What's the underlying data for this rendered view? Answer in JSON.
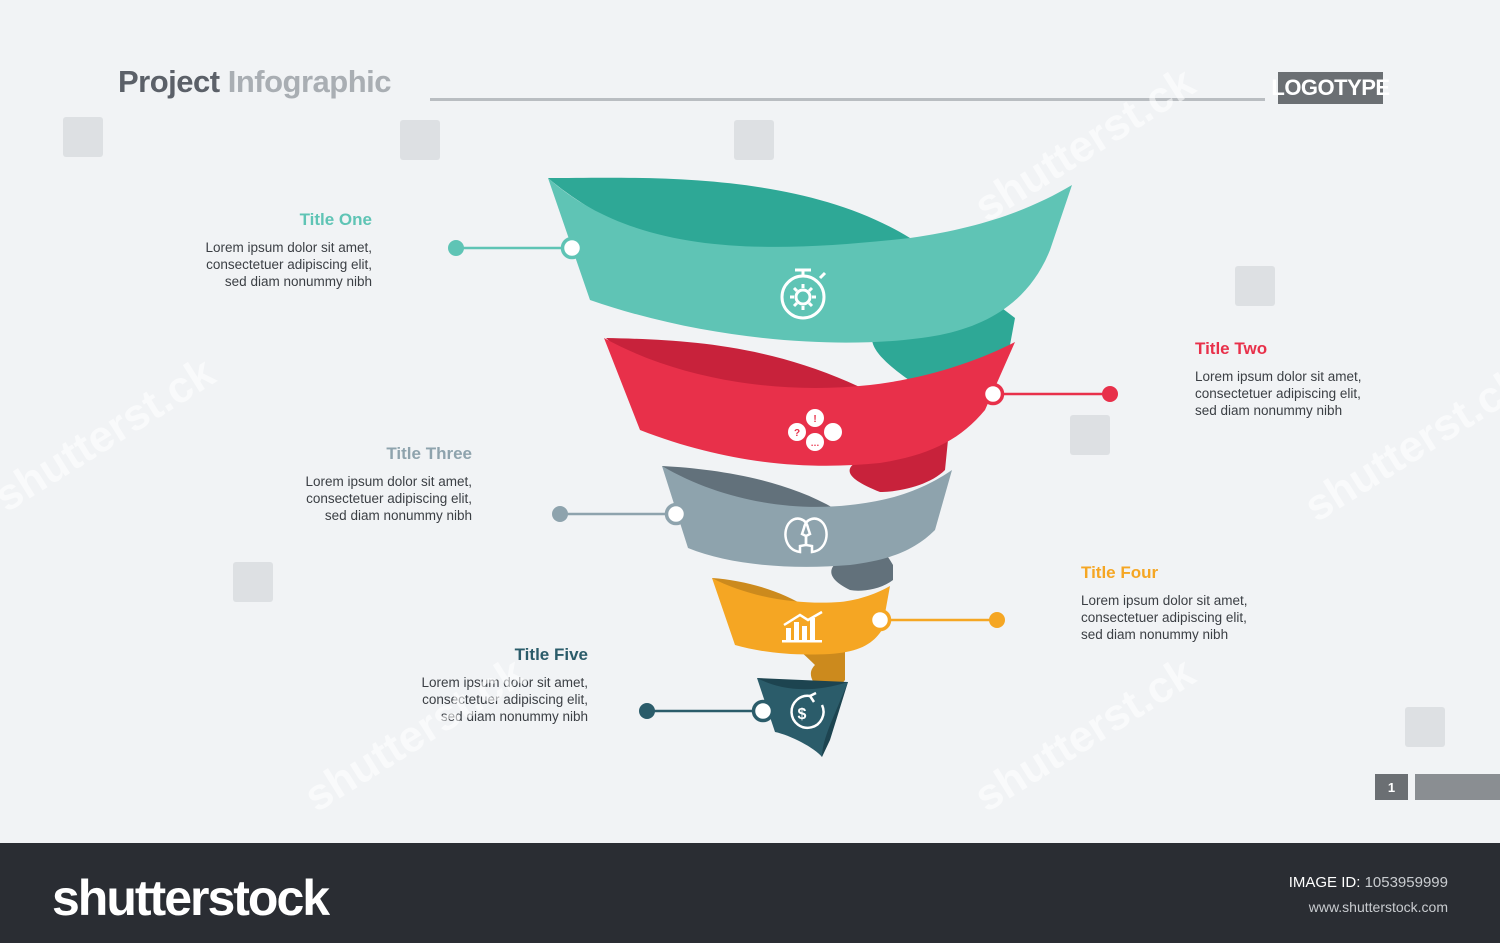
{
  "header": {
    "title_part1": "Project",
    "title_part2": "Infographic",
    "logo": "LOGOTYPE"
  },
  "items": [
    {
      "title": "Title One",
      "text": "Lorem ipsum dolor sit amet,\nconsectetuer adipiscing elit,\nsed diam nonummy nibh",
      "color": "#5fc4b5",
      "icon": "stopwatch-gear-icon"
    },
    {
      "title": "Title Two",
      "text": "Lorem ipsum dolor sit amet,\nconsectetuer adipiscing elit,\nsed diam nonummy nibh",
      "color": "#e8304a",
      "icon": "question-exclamation-bubbles-icon"
    },
    {
      "title": "Title Three",
      "text": "Lorem ipsum dolor sit amet,\nconsectetuer adipiscing elit,\nsed diam nonummy nibh",
      "color": "#8ea3ad",
      "icon": "two-heads-icon"
    },
    {
      "title": "Title Four",
      "text": "Lorem ipsum dolor sit amet,\nconsectetuer adipiscing elit,\nsed diam nonummy nibh",
      "color": "#f5a623",
      "icon": "bar-chart-icon"
    },
    {
      "title": "Title Five",
      "text": "Lorem ipsum dolor sit amet,\nconsectetuer adipiscing elit,\nsed diam nonummy nibh",
      "color": "#2b5c6a",
      "icon": "dollar-cycle-icon"
    }
  ],
  "page": {
    "number": "1"
  },
  "footer": {
    "brand": "shutterstock",
    "image_id_label": "IMAGE ID:",
    "image_id": "1053959999",
    "site": "www.shutterstock.com"
  }
}
